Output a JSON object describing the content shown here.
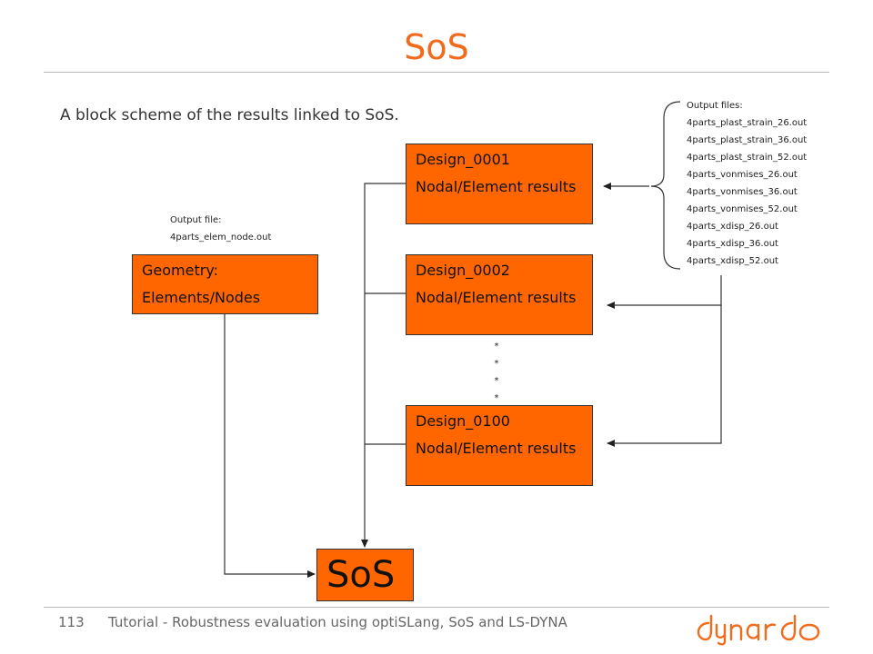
{
  "title": "SoS",
  "subtitle": "A block scheme of the results linked to SoS.",
  "geometry": {
    "name": "Geometry:",
    "desc": "Elements/Nodes",
    "output_label": "Output file:",
    "output_file": "4parts_elem_node.out"
  },
  "designs": [
    {
      "name": "Design_0001",
      "desc": "Nodal/Element results"
    },
    {
      "name": "Design_0002",
      "desc": "Nodal/Element results"
    },
    {
      "name": "Design_0100",
      "desc": "Nodal/Element results"
    }
  ],
  "ellipsis": [
    "*",
    "*",
    "*",
    "*"
  ],
  "output_files": {
    "label": "Output files:",
    "files": [
      "4parts_plast_strain_26.out",
      "4parts_plast_strain_36.out",
      "4parts_plast_strain_52.out",
      "4parts_vonmises_26.out",
      "4parts_vonmises_36.out",
      "4parts_vonmises_52.out",
      "4parts_xdisp_26.out",
      "4parts_xdisp_36.out",
      "4parts_xdisp_52.out"
    ]
  },
  "sos_box": "SoS",
  "footer": {
    "page": "113",
    "text": "Tutorial - Robustness evaluation using optiSLang, SoS and LS-DYNA",
    "logo": "dynardo"
  },
  "colors": {
    "accent": "#f26a1b",
    "box_fill": "#ff6600"
  }
}
